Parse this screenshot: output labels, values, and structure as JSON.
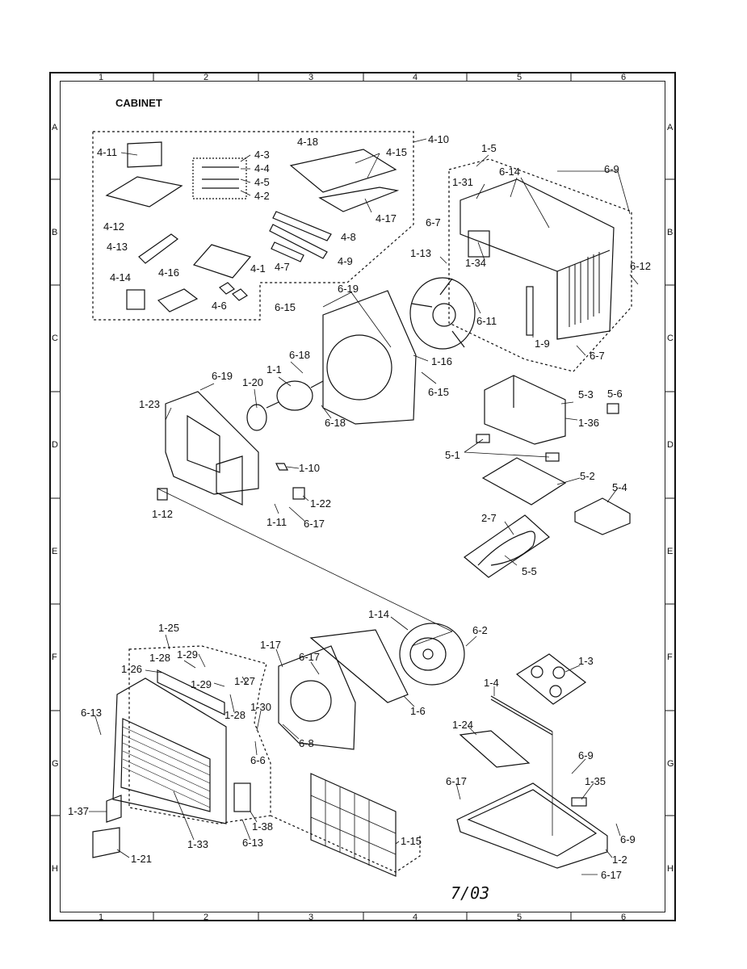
{
  "title": "CABINET",
  "footer": "7/03",
  "grid": {
    "columns": [
      "1",
      "2",
      "3",
      "4",
      "5",
      "6"
    ],
    "rows": [
      "A",
      "B",
      "C",
      "D",
      "E",
      "F",
      "G",
      "H"
    ]
  },
  "labels": {
    "l_4_10": "4-10",
    "l_4_11": "4-11",
    "l_4_18": "4-18",
    "l_4_15": "4-15",
    "l_4_3": "4-3",
    "l_4_4": "4-4",
    "l_4_5": "4-5",
    "l_4_2": "4-2",
    "l_4_12": "4-12",
    "l_4_17": "4-17",
    "l_4_8": "4-8",
    "l_4_13": "4-13",
    "l_4_1": "4-1",
    "l_4_9": "4-9",
    "l_4_7": "4-7",
    "l_4_14": "4-14",
    "l_4_16": "4-16",
    "l_4_6": "4-6",
    "l_1_5": "1-5",
    "l_1_31": "1-31",
    "l_6_14": "6-14",
    "l_6_9a": "6-9",
    "l_6_7a": "6-7",
    "l_1_13": "1-13",
    "l_1_34": "1-34",
    "l_6_12": "6-12",
    "l_6_19a": "6-19",
    "l_6_15a": "6-15",
    "l_6_11": "6-11",
    "l_1_9": "1-9",
    "l_6_7b": "6-7",
    "l_1_16": "1-16",
    "l_6_18a": "6-18",
    "l_1_1": "1-1",
    "l_6_15b": "6-15",
    "l_6_19b": "6-19",
    "l_1_20": "1-20",
    "l_1_23": "1-23",
    "l_6_18b": "6-18",
    "l_5_3": "5-3",
    "l_5_6": "5-6",
    "l_1_36": "1-36",
    "l_5_1": "5-1",
    "l_1_10": "1-10",
    "l_5_2": "5-2",
    "l_5_4": "5-4",
    "l_1_22": "1-22",
    "l_1_12": "1-12",
    "l_1_11": "1-11",
    "l_6_17a": "6-17",
    "l_2_7": "2-7",
    "l_5_5": "5-5",
    "l_1_14": "1-14",
    "l_6_2": "6-2",
    "l_1_25": "1-25",
    "l_1_17": "1-17",
    "l_1_28a": "1-28",
    "l_1_29a": "1-29",
    "l_1_27": "1-27",
    "l_6_17b": "6-17",
    "l_1_26": "1-26",
    "l_1_29b": "1-29",
    "l_1_3": "1-3",
    "l_1_4": "1-4",
    "l_1_28b": "1-28",
    "l_1_30": "1-30",
    "l_1_6": "1-6",
    "l_6_13a": "6-13",
    "l_6_8": "6-8",
    "l_1_24": "1-24",
    "l_6_6": "6-6",
    "l_6_9b": "6-9",
    "l_6_17c": "6-17",
    "l_1_35": "1-35",
    "l_1_37": "1-37",
    "l_1_38": "1-38",
    "l_6_9c": "6-9",
    "l_1_33": "1-33",
    "l_6_13b": "6-13",
    "l_1_15": "1-15",
    "l_1_21": "1-21",
    "l_1_2": "1-2",
    "l_6_17d": "6-17"
  }
}
